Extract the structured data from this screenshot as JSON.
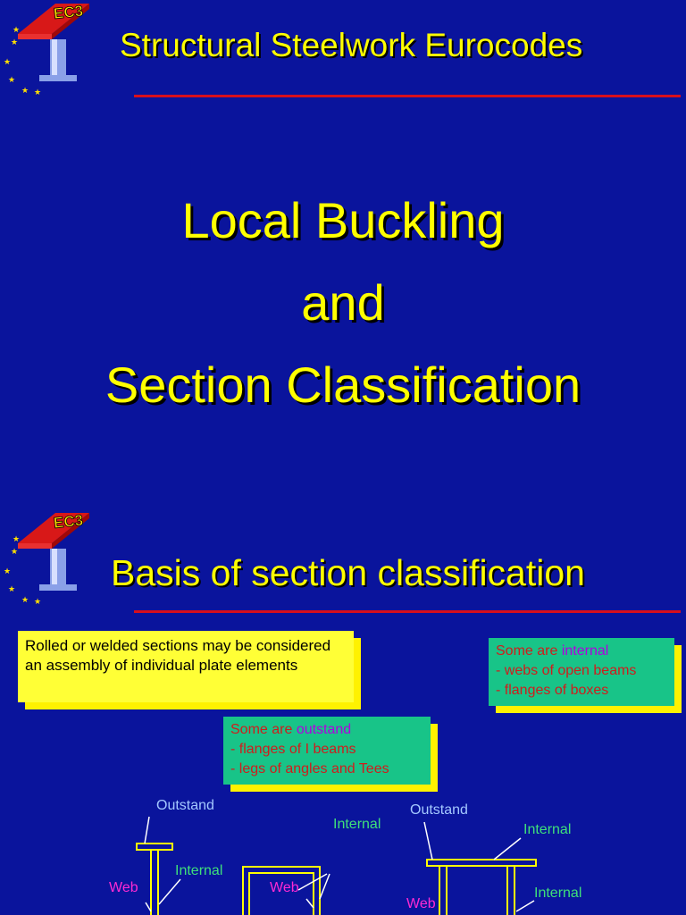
{
  "header": {
    "title": "Structural Steelwork Eurocodes",
    "logo_text": "EC3"
  },
  "slide1": {
    "lines": [
      "Local Buckling",
      "and",
      "Section Classification"
    ]
  },
  "slide2": {
    "title": "Basis of section classification",
    "intro_box": "Rolled or welded sections may be considered an assembly of individual plate elements",
    "internal_box": {
      "lead": "Some are ",
      "keyword": "internal",
      "items": [
        "- webs of open beams",
        "- flanges of boxes"
      ]
    },
    "outstand_box": {
      "lead": "Some are ",
      "keyword": "outstand",
      "items": [
        "- flanges of I beams",
        "- legs of angles and Tees"
      ]
    },
    "labels": {
      "outstand_1": "Outstand",
      "internal_1": "Internal",
      "web_1": "Web",
      "internal_2": "Internal",
      "web_2": "Web",
      "outstand_2": "Outstand",
      "internal_3": "Internal",
      "internal_4": "Internal",
      "web_3": "Web"
    }
  },
  "colors": {
    "background": "#0a149c",
    "title_yellow": "#ffff00",
    "rule_red": "#d80f1c",
    "note_yellow": "#ffff36",
    "note_teal": "#18c488",
    "text_red": "#d01c1c",
    "keyword_purple": "#b000e0",
    "label_blue": "#a4c8ff",
    "label_green": "#3fe07a",
    "label_magenta": "#ff2ad4"
  }
}
